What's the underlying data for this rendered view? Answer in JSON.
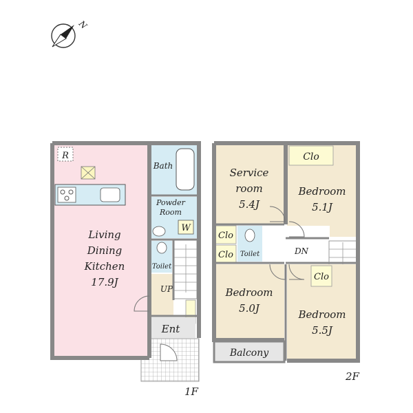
{
  "compass": {
    "label": "N"
  },
  "floor1": {
    "floor_label": "1F",
    "living": {
      "line1": "Living",
      "line2": "Dining",
      "line3": "Kitchen",
      "size": "17.9J"
    },
    "fridge_mark": "R",
    "bath": "Bath",
    "powder": {
      "line1": "Powder",
      "line2": "Room"
    },
    "washer_mark": "W",
    "toilet": "Toilet",
    "stairs_up": "UP",
    "entrance": "Ent"
  },
  "floor2": {
    "floor_label": "2F",
    "service": {
      "line1": "Service",
      "line2": "room",
      "size": "5.4J"
    },
    "bedroom_ne": {
      "name": "Bedroom",
      "size": "5.1J"
    },
    "bedroom_sw": {
      "name": "Bedroom",
      "size": "5.0J"
    },
    "bedroom_se": {
      "name": "Bedroom",
      "size": "5.5J"
    },
    "closet_top": "Clo",
    "closet_left_1": "Clo",
    "closet_left_2": "Clo",
    "closet_mid": "Clo",
    "toilet": "Toilet",
    "stairs_down": "DN",
    "balcony": "Balcony"
  },
  "colors": {
    "living": "#fbe1e6",
    "wet_area": "#d6ecf4",
    "bedroom": "#f4ead2",
    "closet": "#fdfbd3",
    "balcony": "#e6e6e6",
    "hall": "#ffffff",
    "wall": "#8a8a8a"
  }
}
